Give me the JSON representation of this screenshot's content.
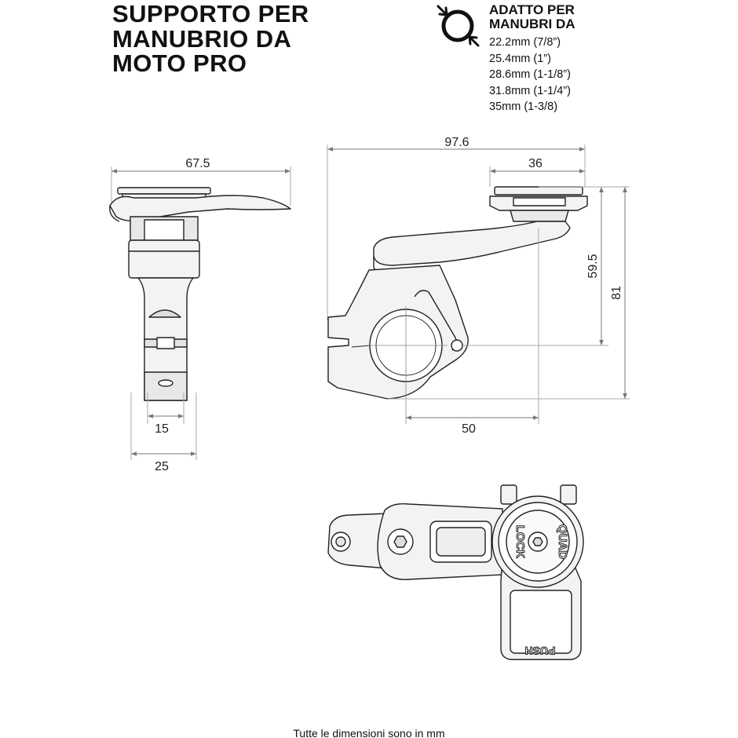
{
  "title": {
    "line1": "SUPPORTO PER",
    "line2": "MANUBRIO DA",
    "line3": "MOTO PRO"
  },
  "compatibility": {
    "icon": "handlebar-diameter-icon",
    "heading_line1": "ADATTO PER",
    "heading_line2": "MANUBRI DA",
    "sizes": [
      "22.2mm (7/8”)",
      "25.4mm (1”)",
      "28.6mm (1-1/8”)",
      "31.8mm (1-1/4”)",
      "35mm  (1-3/8)"
    ]
  },
  "dimensions": {
    "side_width": "67.5",
    "clamp_15": "15",
    "clamp_25": "25",
    "total_length": "97.6",
    "mount_36": "36",
    "height_59": "59.5",
    "height_81": "81",
    "offset_50": "50"
  },
  "product_marks": {
    "brand_line1": "QUAD",
    "brand_line2": "LOCK",
    "push_label": "PUSH"
  },
  "footnote": "Tutte le dimensioni sono in mm"
}
